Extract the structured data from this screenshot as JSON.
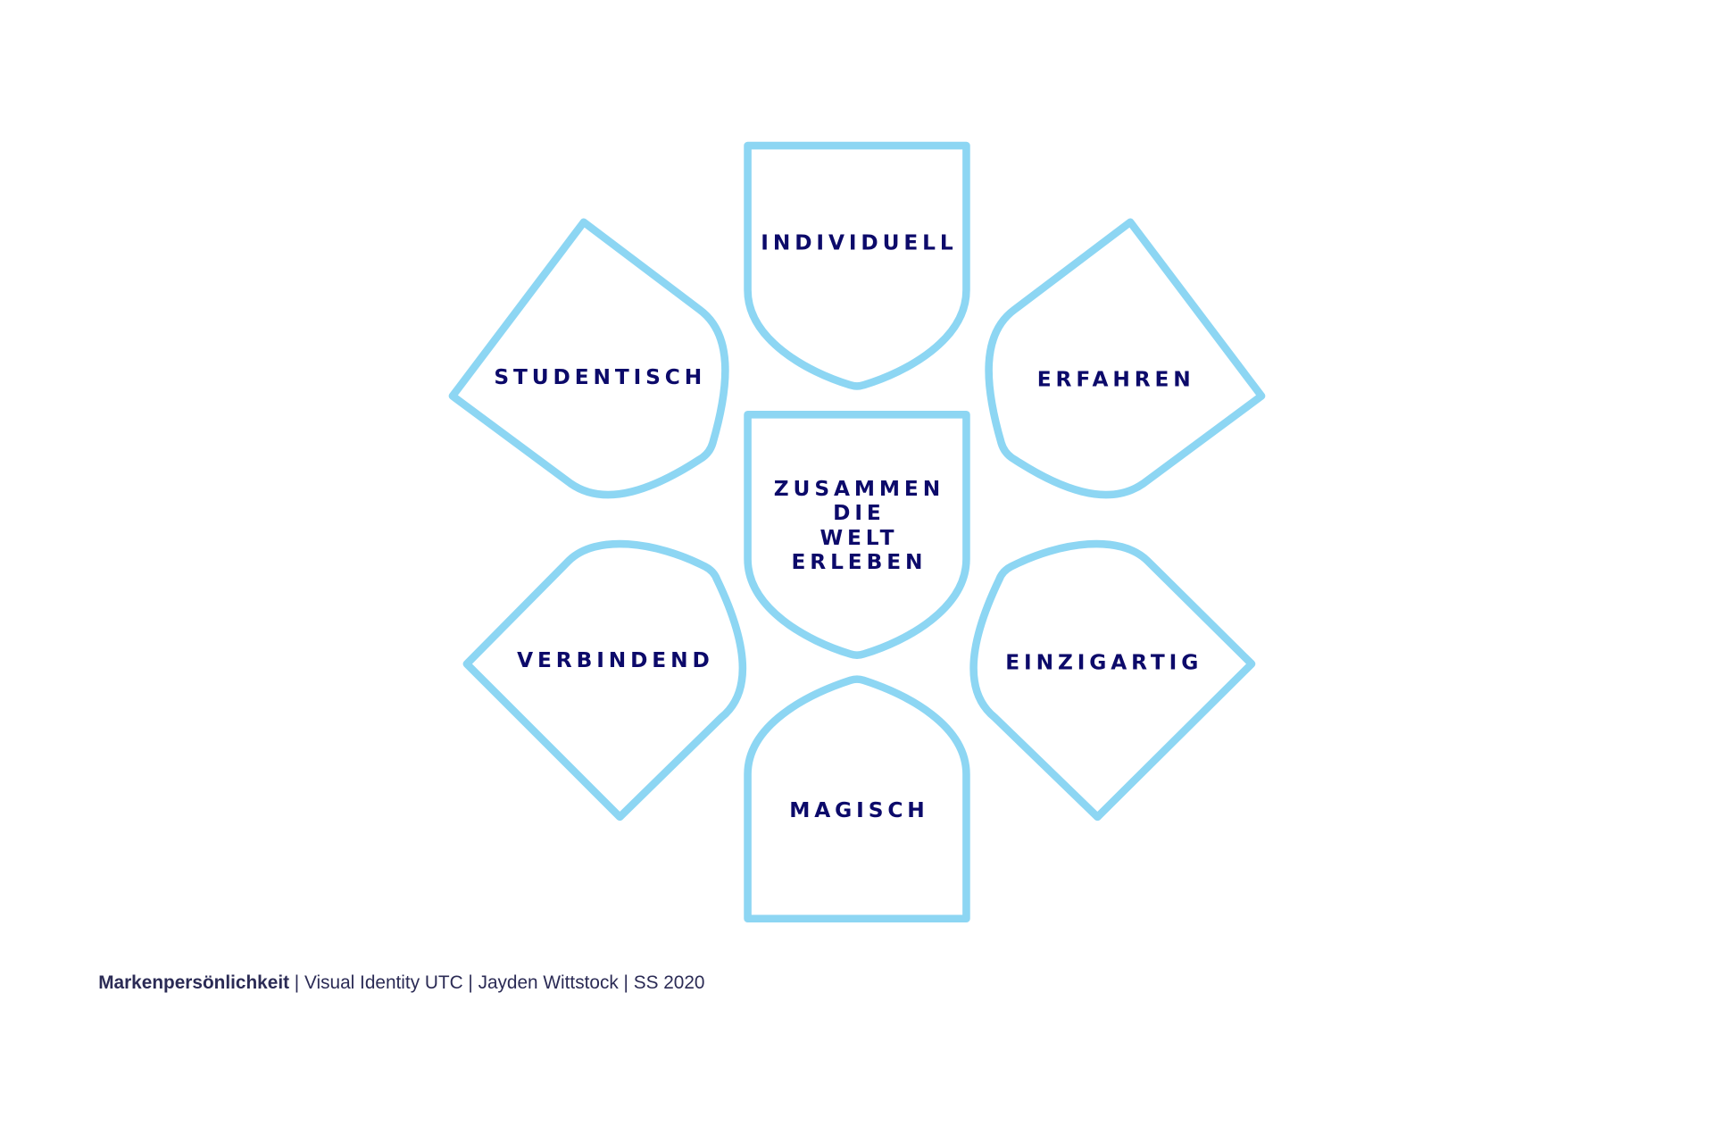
{
  "diagram": {
    "center": [
      "ZUSAMMEN",
      "DIE",
      "WELT",
      "ERLEBEN"
    ],
    "traits": {
      "top": "INDIVIDUELL",
      "top_left": "STUDENTISCH",
      "top_right": "ERFAHREN",
      "bottom_left": "VERBINDEND",
      "bottom_right": "EINZIGARTIG",
      "bottom": "MAGISCH"
    },
    "colors": {
      "outline": "#8dd6f3",
      "text": "#0c0a6a"
    }
  },
  "caption": {
    "title": "Markenpersönlichkeit",
    "rest": " | Visual Identity UTC | Jayden Wittstock | SS 2020"
  }
}
